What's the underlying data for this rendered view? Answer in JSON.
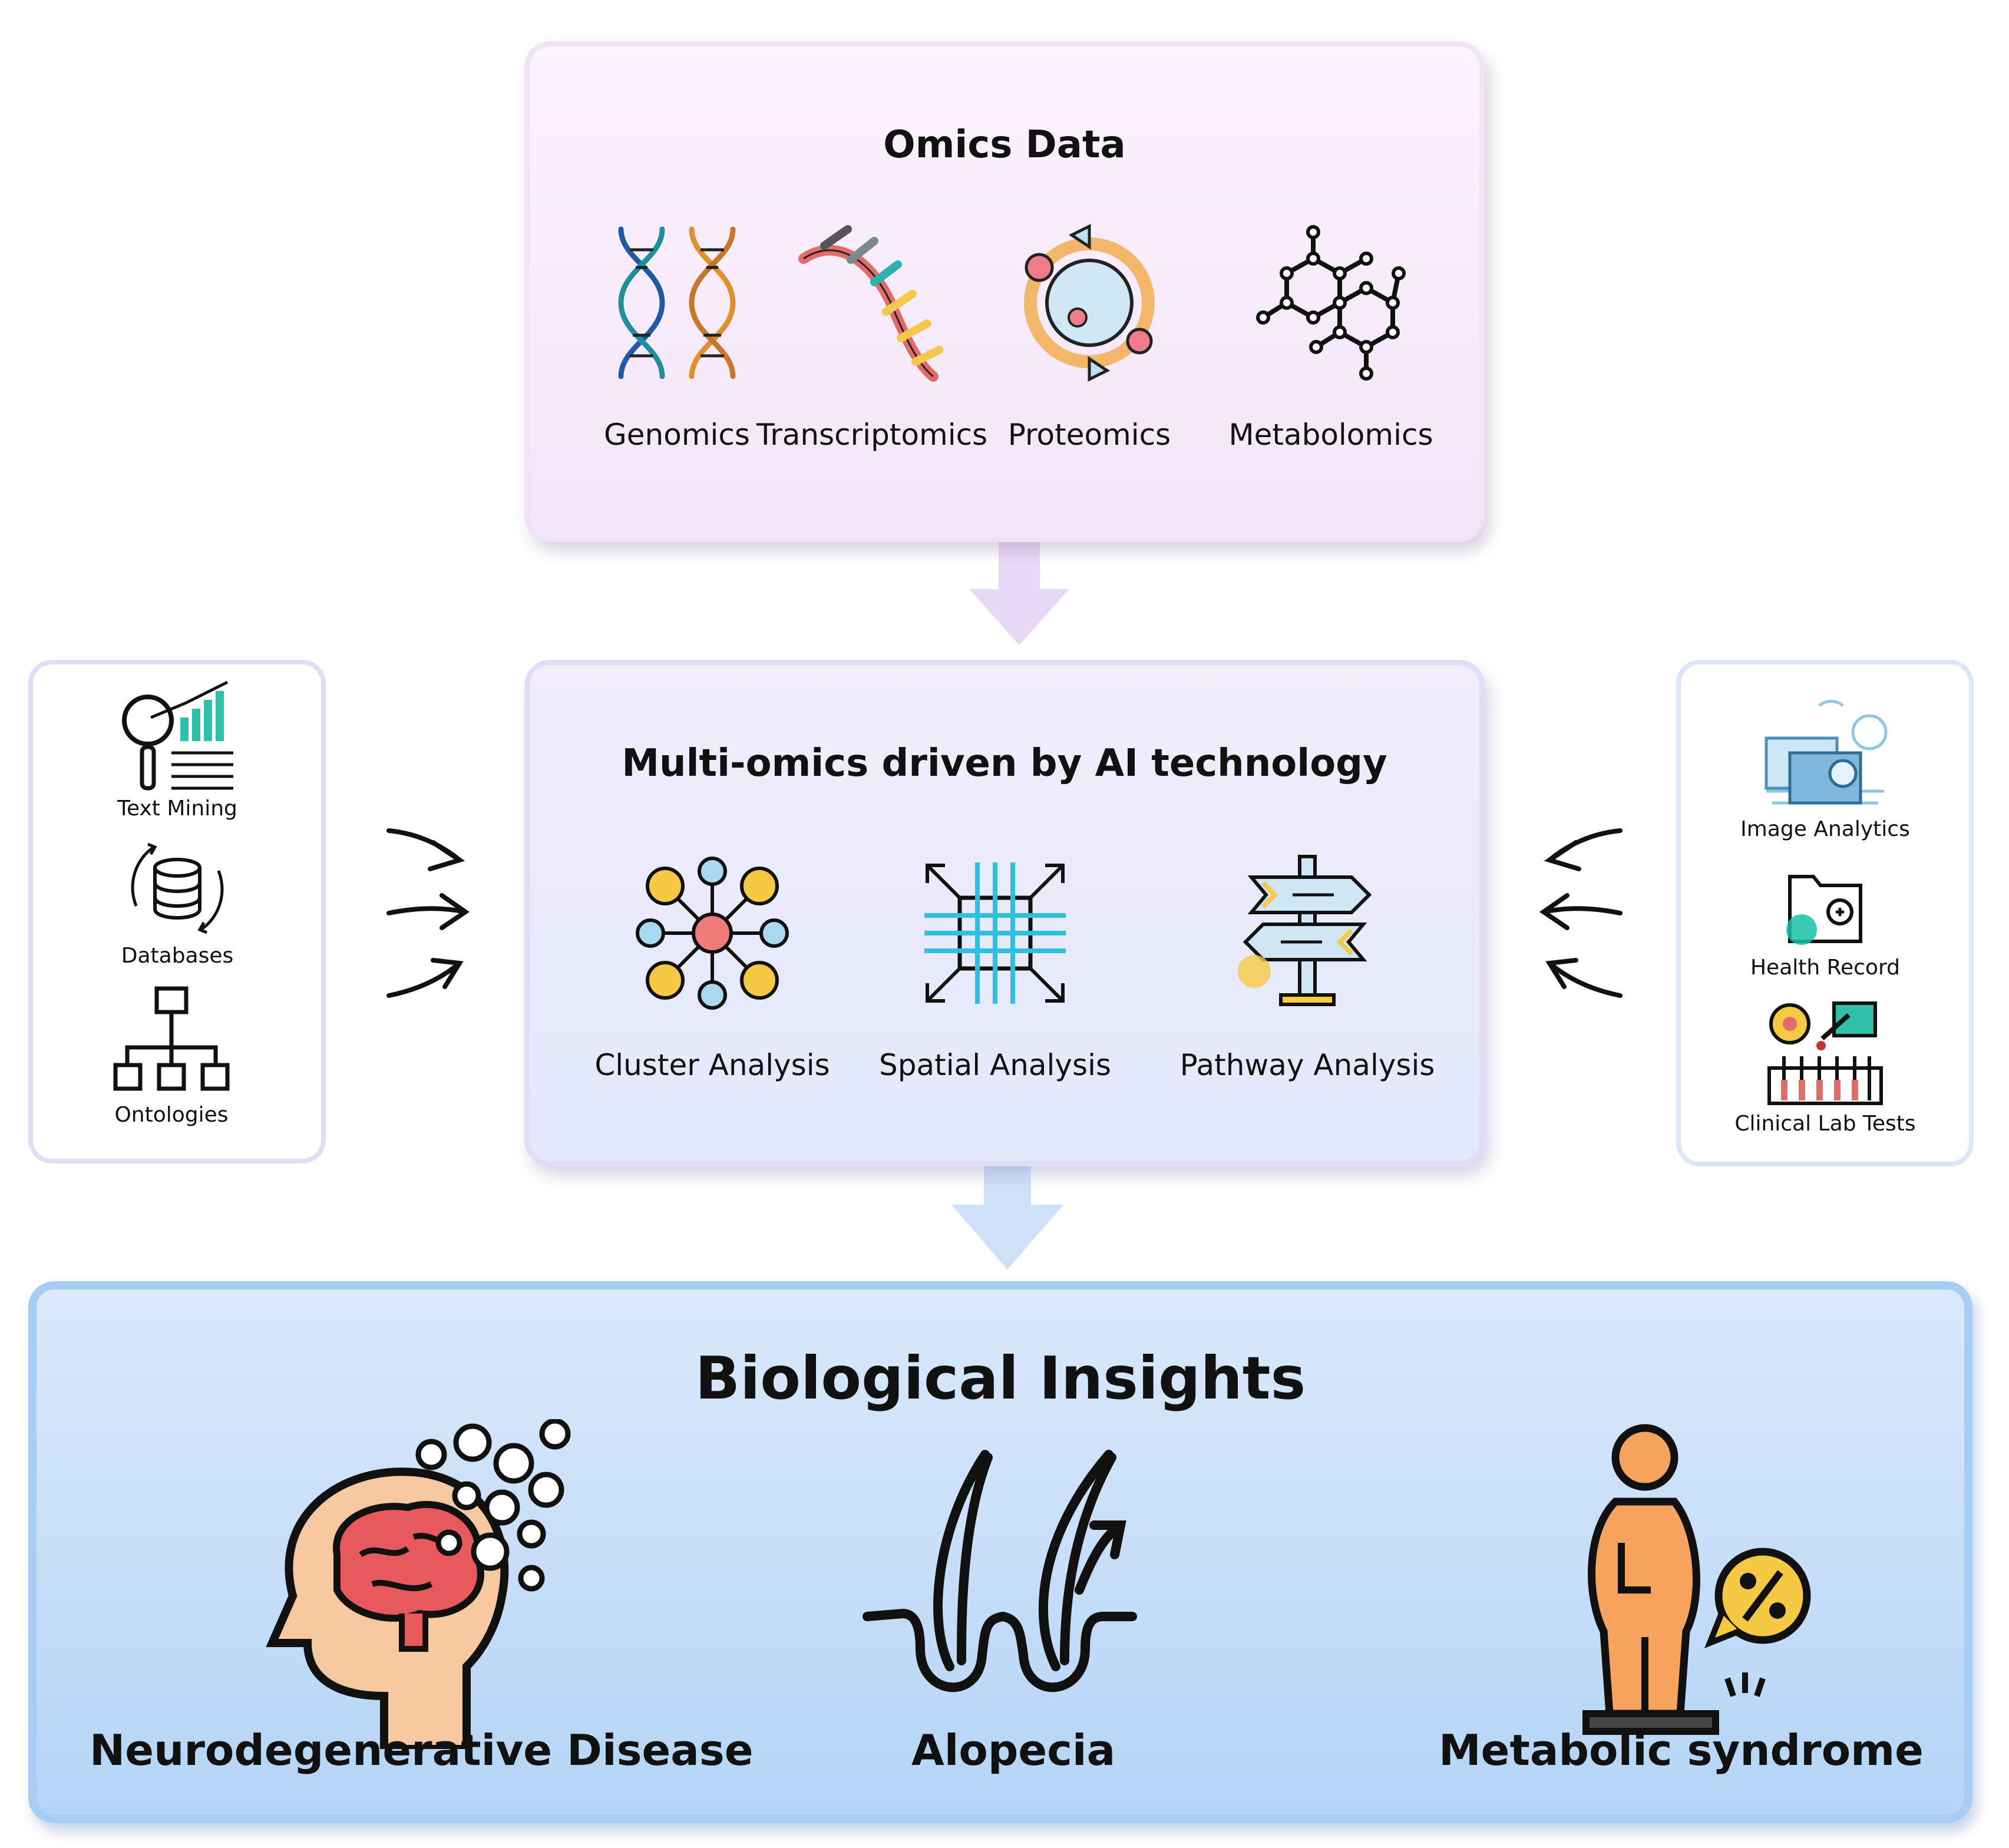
{
  "omics": {
    "title": "Omics Data",
    "items": [
      {
        "label": "Genomics",
        "icon": "dna-double-helix-icon"
      },
      {
        "label": "Transcriptomics",
        "icon": "rna-strand-icon"
      },
      {
        "label": "Proteomics",
        "icon": "protein-cell-cycle-icon"
      },
      {
        "label": "Metabolomics",
        "icon": "molecule-hexagon-icon"
      }
    ]
  },
  "ai": {
    "title": "Multi-omics driven by AI technology",
    "items": [
      {
        "label": "Cluster Analysis",
        "icon": "cluster-network-icon"
      },
      {
        "label": "Spatial Analysis",
        "icon": "spatial-grid-icon"
      },
      {
        "label": "Pathway Analysis",
        "icon": "signpost-icon"
      }
    ]
  },
  "left_sources": {
    "items": [
      {
        "label": "Text Mining",
        "icon": "magnifier-chart-icon"
      },
      {
        "label": "Databases",
        "icon": "database-cycle-icon"
      },
      {
        "label": "Ontologies",
        "icon": "hierarchy-tree-icon"
      }
    ]
  },
  "right_sources": {
    "items": [
      {
        "label": "Image Analytics",
        "icon": "image-folder-icon"
      },
      {
        "label": "Health Record",
        "icon": "medical-folder-icon"
      },
      {
        "label": "Clinical Lab Tests",
        "icon": "test-tubes-icon"
      }
    ]
  },
  "insights": {
    "title": "Biological Insights",
    "items": [
      {
        "label": "Neurodegenerative Disease",
        "icon": "brain-head-icon"
      },
      {
        "label": "Alopecia",
        "icon": "hair-follicle-icon"
      },
      {
        "label": "Metabolic syndrome",
        "icon": "person-scale-icon"
      }
    ]
  },
  "colors": {
    "omics_bg": "#f6ebfa",
    "ai_bg": "#e8eafb",
    "insight_bg": "#c4dcf8",
    "flow_arrow_top": "#e6d6f5",
    "flow_arrow_bottom": "#cfe0f8"
  }
}
